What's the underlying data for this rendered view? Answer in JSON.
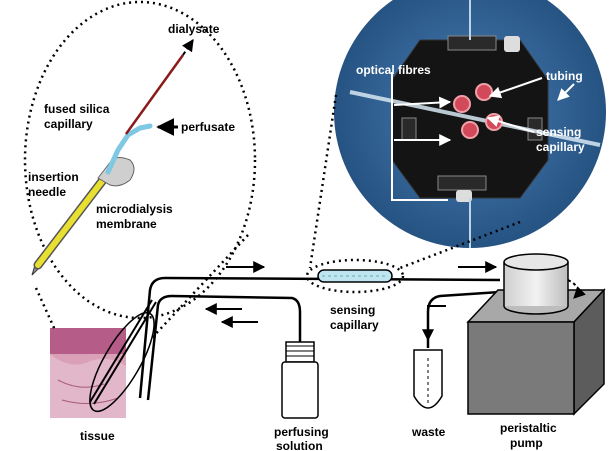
{
  "labels": {
    "dialysate": "dialysate",
    "fused_silica_capillary": [
      "fused silica",
      "capillary"
    ],
    "perfusate": "perfusate",
    "insertion_needle": [
      "insertion",
      "needle"
    ],
    "microdialysis_membrane": [
      "microdialysis",
      "membrane"
    ],
    "optical_fibres": "optical fibres",
    "tubing": "tubing",
    "sensing_capillary_photo": [
      "sensing",
      "capillary"
    ],
    "sensing_capillary": [
      "sensing",
      "capillary"
    ],
    "tissue": "tissue",
    "perfusing_solution": [
      "perfusing",
      "solution"
    ],
    "waste": "waste",
    "peristaltic_pump": [
      "peristaltic",
      "pump"
    ]
  },
  "colors": {
    "membrane": "#e8e030",
    "silica_capillary": "#8b1a1a",
    "perfusate_tube": "#7ec8e3",
    "photo_bg": "#2b5d8f",
    "sensing_capillary_fill": "#bfe6f0",
    "pump_body": "#7a7a7a",
    "tissue": "#d9a0b8"
  }
}
